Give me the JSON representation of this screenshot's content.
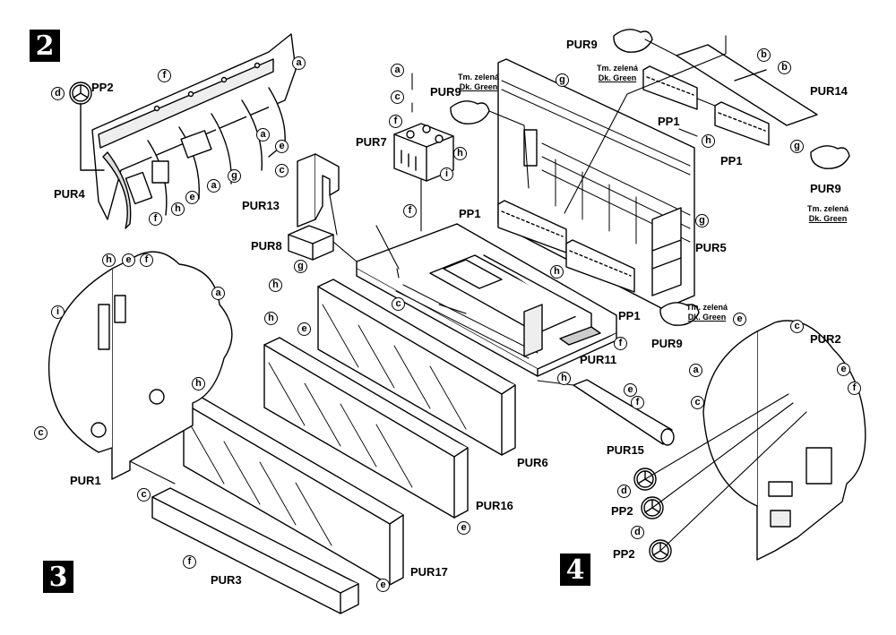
{
  "steps": {
    "s2": "2",
    "s3": "3",
    "s4": "4"
  },
  "parts": {
    "PP1": "PP1",
    "PP2": "PP2",
    "PUR1": "PUR1",
    "PUR2": "PUR2",
    "PUR3": "PUR3",
    "PUR4": "PUR4",
    "PUR5": "PUR5",
    "PUR6": "PUR6",
    "PUR7": "PUR7",
    "PUR8": "PUR8",
    "PUR9": "PUR9",
    "PUR11": "PUR11",
    "PUR13": "PUR13",
    "PUR14": "PUR14",
    "PUR15": "PUR15",
    "PUR16": "PUR16",
    "PUR17": "PUR17"
  },
  "color_note": {
    "cz": "Tm. zelená",
    "en": "Dk. Green"
  },
  "callouts": {
    "a": "a",
    "b": "b",
    "c": "c",
    "d": "d",
    "e": "e",
    "f": "f",
    "g": "g",
    "h": "h",
    "i": "i"
  }
}
